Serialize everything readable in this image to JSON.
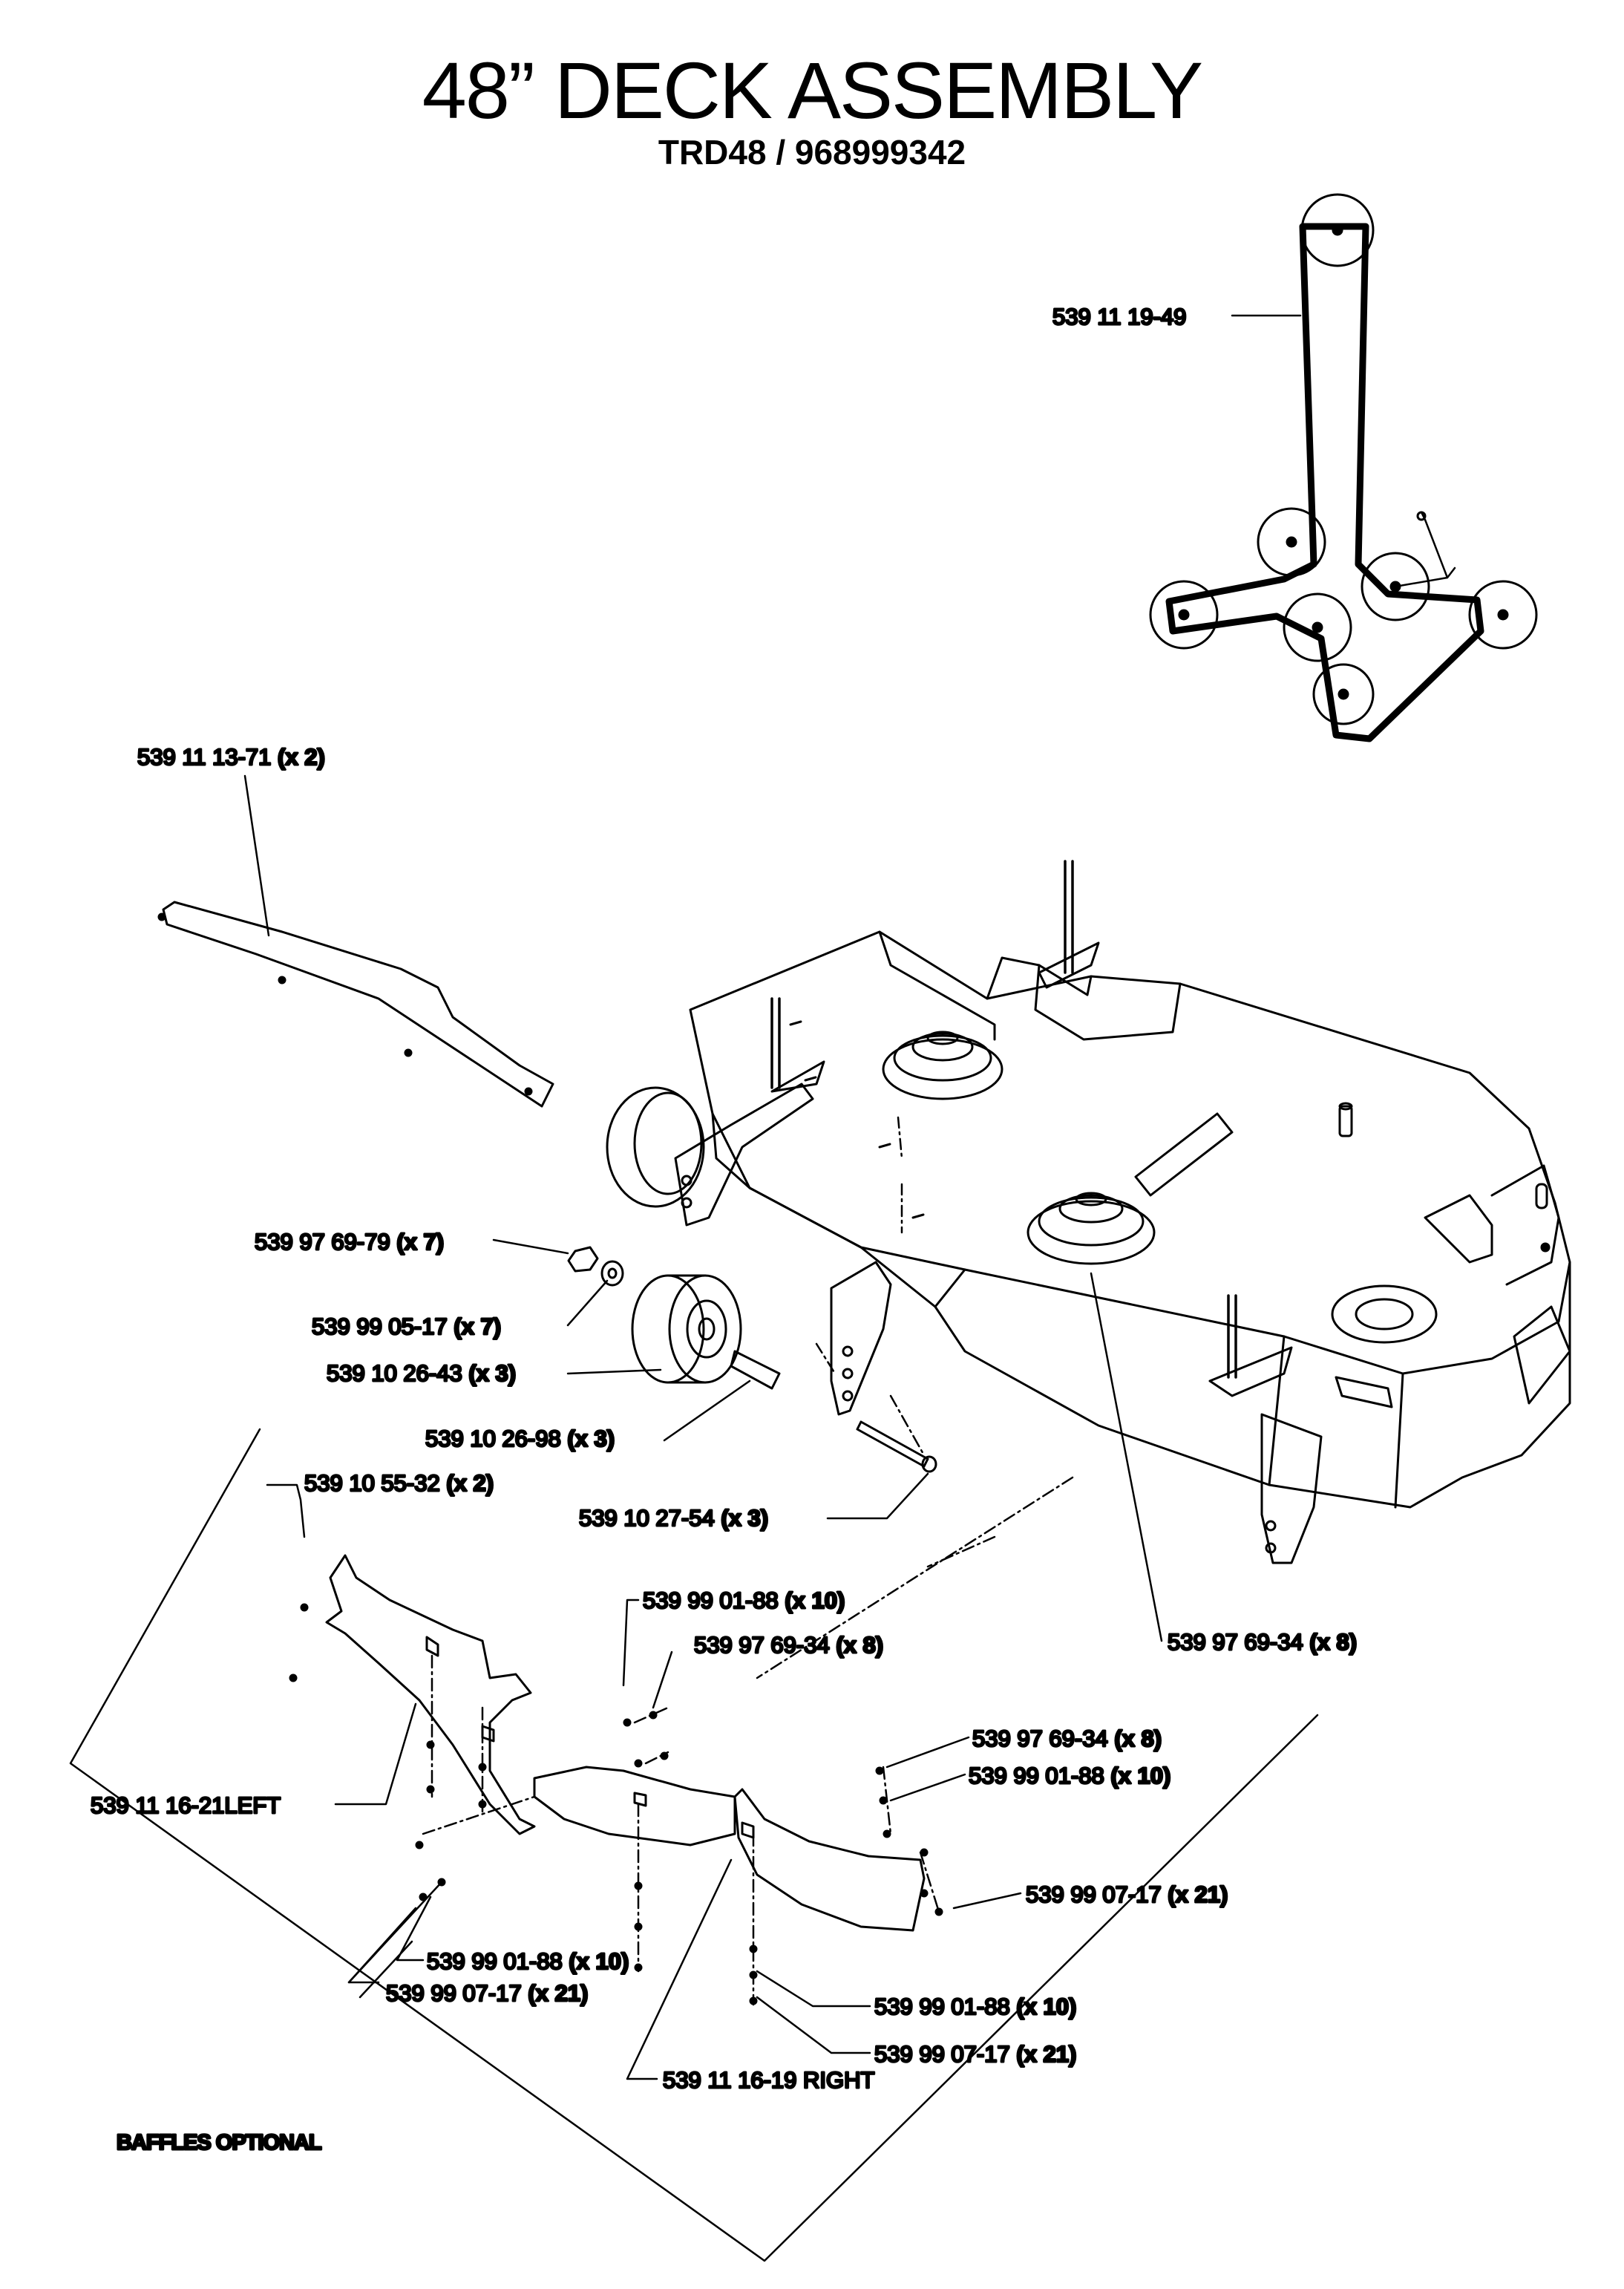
{
  "title": "48” DECK ASSEMBLY",
  "subtitle": "TRD48 / 968999342",
  "callouts": [
    {
      "part": "539 11 19-49",
      "qty": ""
    },
    {
      "part": "539 11 13-71",
      "qty": "(x 2)"
    },
    {
      "part": "539 97 69-79",
      "qty": "(x 7)"
    },
    {
      "part": "539 99 05-17",
      "qty": "(x 7)"
    },
    {
      "part": "539 10 26-43",
      "qty": "(x 3)"
    },
    {
      "part": "539 10 26-98",
      "qty": "(x 3)"
    },
    {
      "part": "539 10 55-32",
      "qty": "(x 2)"
    },
    {
      "part": "539 10 27-54",
      "qty": "(x 3)"
    },
    {
      "part": "539 99 01-88",
      "qty": "(x 10)"
    },
    {
      "part": "539 97 69-34",
      "qty": "(x 8)"
    },
    {
      "part": "539 97 69-34",
      "qty": "(x 8)"
    },
    {
      "part": "539 97 69-34",
      "qty": "(x 8)"
    },
    {
      "part": "539 99 01-88",
      "qty": "(x 10)"
    },
    {
      "part": "539 11 16-21LEFT",
      "qty": ""
    },
    {
      "part": "539 99 07-17",
      "qty": "(x 21)"
    },
    {
      "part": "539 99 01-88",
      "qty": "(x 10)"
    },
    {
      "part": "539 99 07-17",
      "qty": "(x 21)"
    },
    {
      "part": "539 99 01-88",
      "qty": "(x 10)"
    },
    {
      "part": "539 99 07-17",
      "qty": "(x 21)"
    },
    {
      "part": "539 11 16-19 RIGHT",
      "qty": ""
    }
  ],
  "note": "BAFFLES OPTIONAL"
}
